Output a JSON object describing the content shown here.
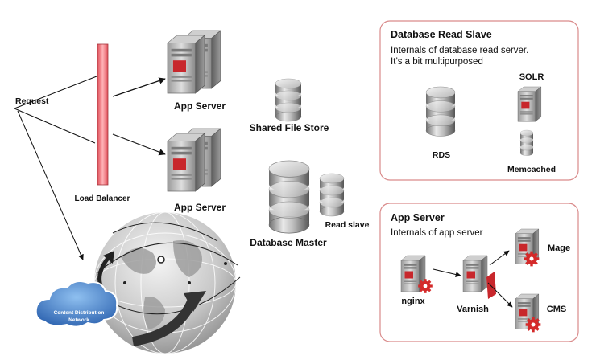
{
  "labels": {
    "request": "Request",
    "load_balancer": "Load Balancer",
    "app_server_top": "App Server",
    "app_server_bottom": "App Server",
    "shared_file_store": "Shared File Store",
    "database_master": "Database Master",
    "read_slave": "Read slave",
    "cdn_line1": "Content Distribution",
    "cdn_line2": "Network"
  },
  "read_slave_box": {
    "title": "Database Read Slave",
    "desc_line1": "Internals of database read server.",
    "desc_line2": "It’s a bit multipurposed",
    "rds": "RDS",
    "solr": "SOLR",
    "memcached": "Memcached"
  },
  "app_server_box": {
    "title": "App Server",
    "desc": "Internals of app server",
    "nginx": "nginx",
    "varnish": "Varnish",
    "mage": "Mage",
    "cms": "CMS"
  },
  "colors": {
    "box_border": "#d98a8a",
    "load_balancer_fill": "#f07a80",
    "server_red": "#c8272c",
    "cdn_blue": "#3a78c4"
  }
}
